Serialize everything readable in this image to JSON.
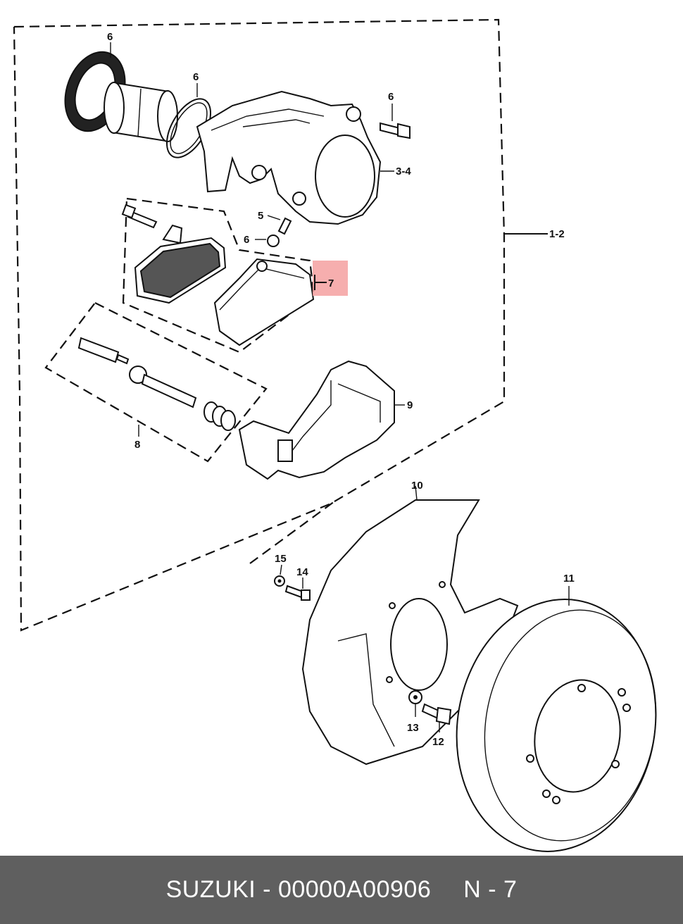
{
  "diagram": {
    "callouts": {
      "c6_piston_seal": "6",
      "c6_ring": "6",
      "c6_bolt": "6",
      "c3_4": "3-4",
      "c1_2": "1-2",
      "c5": "5",
      "c6_cap": "6",
      "c7": "7",
      "c8": "8",
      "c9": "9",
      "c10": "10",
      "c11": "11",
      "c12": "12",
      "c13": "13",
      "c14": "14",
      "c15": "15"
    },
    "highlight_color": "#f4a0a0"
  },
  "footer": {
    "part_text": "SUZUKI - 00000A00906",
    "ref_text": "N - 7"
  },
  "colors": {
    "footer_bg": "#5f5f5f",
    "footer_text": "#ffffff",
    "line": "#111111"
  }
}
